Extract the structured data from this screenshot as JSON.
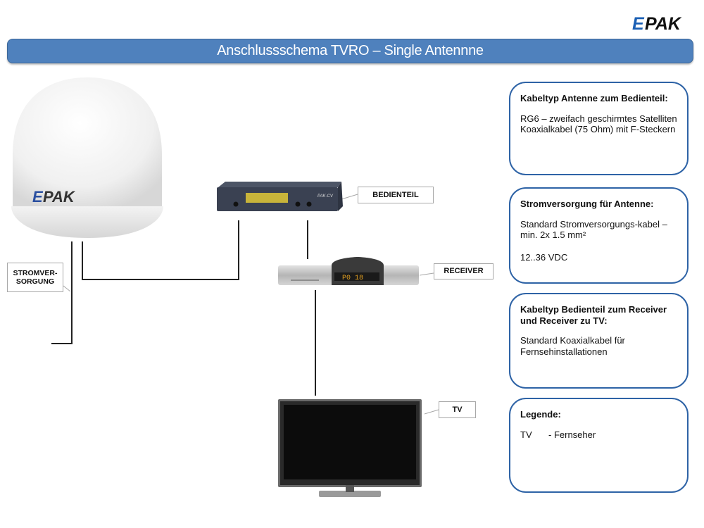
{
  "header": {
    "title": "Anschlussschema TVRO – Single Antennne",
    "logo_text": "EPAK",
    "brand_color": "#4f81bd",
    "box_border_color": "#2e63a6"
  },
  "devices": {
    "antenna": {
      "label": "Satellite dome antenna",
      "logo_text": "EPAK"
    },
    "bedienteil": {
      "callout": "BEDIENTEIL",
      "display_text": "PAK-CV"
    },
    "receiver": {
      "callout": "RECEIVER",
      "display_text": "P0 18"
    },
    "tv": {
      "callout": "TV"
    },
    "power": {
      "callout_line1": "STROMVER-",
      "callout_line2": "SORGUNG"
    }
  },
  "info_boxes": [
    {
      "heading": "Kabeltyp Antenne zum Bedienteil:",
      "lines": [
        "RG6 – zweifach geschirmtes Satelliten Koaxialkabel (75 Ohm) mit F-Steckern"
      ]
    },
    {
      "heading": "Stromversorgung für Antenne:",
      "lines": [
        "Standard Stromversorgungs-kabel – min. 2x 1.5 mm²",
        "12..36 VDC"
      ]
    },
    {
      "heading": "Kabeltyp Bedienteil zum Receiver und Receiver zu TV:",
      "lines": [
        "Standard Koaxialkabel für Fernsehinstallationen"
      ]
    },
    {
      "heading": "Legende:",
      "legend": [
        {
          "key": "TV",
          "value": "- Fernseher"
        }
      ]
    }
  ]
}
